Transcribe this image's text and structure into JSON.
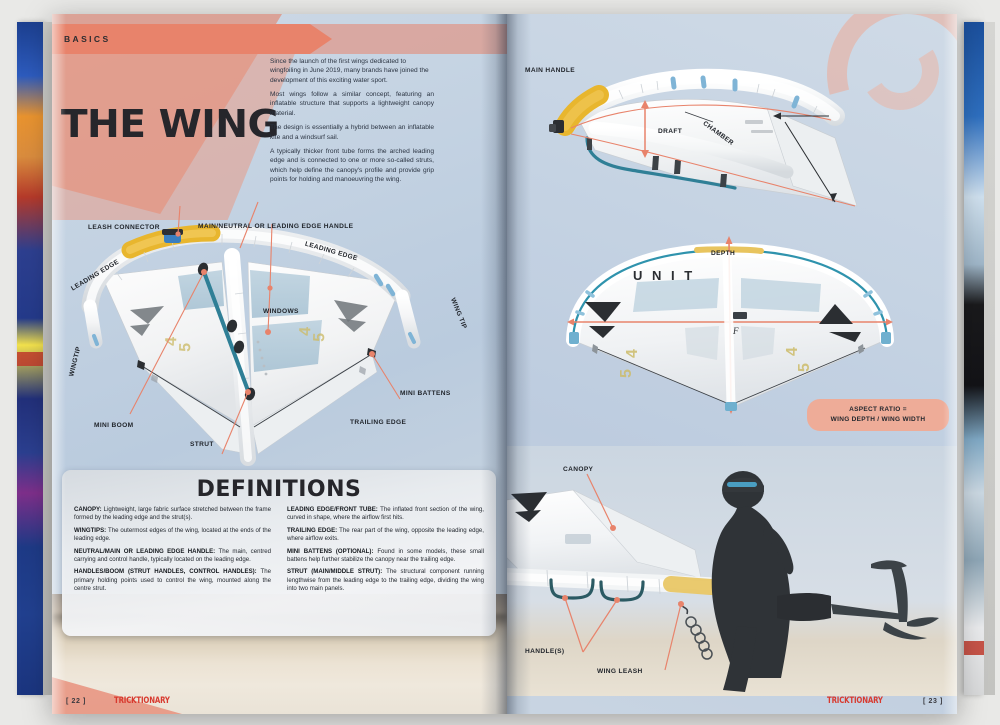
{
  "left_page": {
    "section_tab": "BASICS",
    "title": "THE WING",
    "intro_paragraphs": [
      "Since the launch of the first wings dedicated to wingfoiling in June 2019, many brands have joined the development of this exciting water sport.",
      "Most wings follow a similar concept, featuring an inflatable structure that supports a lightweight canopy material.",
      "The design is essentially a hybrid between an inflatable kite and a windsurf sail.",
      "A typically thicker front tube forms the arched leading edge and is connected to one or more so-called struts, which help define the canopy's profile and provide grip points for holding and manoeuvring the wing."
    ],
    "diagram_labels": {
      "leash_connector": "LEASH CONNECTOR",
      "main_handle": "MAIN/NEUTRAL OR LEADING EDGE HANDLE",
      "leading_edge_left": "LEADING EDGE",
      "leading_edge_right": "LEADING EDGE",
      "windows": "WINDOWS",
      "wing_tip": "WING TIP",
      "wingtip": "WINGTIP",
      "mini_battens": "MINI BATTENS",
      "trailing_edge": "TRAILING EDGE",
      "mini_boom": "MINI BOOM",
      "strut": "STRUT"
    },
    "definitions": {
      "title": "DEFINITIONS",
      "column_left": [
        {
          "term": "CANOPY:",
          "text": " Lightweight, large fabric surface stretched between the frame formed by the leading edge and the strut(s)."
        },
        {
          "term": "WINGTIPS:",
          "text": " The outermost edges of the wing, located at the ends of the leading edge."
        },
        {
          "term": "NEUTRAL/MAIN OR LEADING EDGE HANDLE:",
          "text": " The main, centred carrying and control handle, typically located on the leading edge."
        },
        {
          "term": "HANDLES/BOOM (STRUT HANDLES, CONTROL HANDLES):",
          "text": " The primary holding points used to control the wing, mounted along the centre strut."
        }
      ],
      "column_right": [
        {
          "term": "LEADING EDGE/FRONT TUBE:",
          "text": " The inflated front section of the wing, curved in shape, where the airflow first hits."
        },
        {
          "term": "TRAILING EDGE:",
          "text": " The rear part of the wing, opposite the leading edge, where airflow exits."
        },
        {
          "term": "MINI BATTENS (OPTIONAL):",
          "text": " Found in some models, these small battens help further stabilize the canopy near the trailing edge."
        },
        {
          "term": "STRUT (MAIN/MIDDLE STRUT):",
          "text": " The structural component running lengthwise from the leading edge to the trailing edge, dividing the wing into two main panels."
        }
      ]
    },
    "footer": {
      "page_number": "[ 22 ]",
      "brand": "TRICKTIONARY"
    }
  },
  "right_page": {
    "diagram_labels": {
      "main_handle": "MAIN HANDLE",
      "draft": "DRAFT",
      "chamber": "CHAMBER",
      "depth": "DEPTH",
      "brand_on_wing": "U N I T",
      "canopy": "CANOPY",
      "handles": "HANDLE(S)",
      "wing_leash": "WING LEASH"
    },
    "aspect_badge": {
      "line1": "ASPECT RATIO =",
      "line2": "WING DEPTH / WING WIDTH"
    },
    "footer": {
      "page_number": "[ 23 ]",
      "brand": "TRICKTIONARY"
    }
  },
  "colors": {
    "salmon": "#e8836b",
    "salmon_light": "#eeac98",
    "brand_red": "#d8392e",
    "page_blue": "#c3d2e2",
    "ink": "#26262b",
    "wing_teal": "#2f7f96",
    "wing_yellow": "#e8b62e",
    "leader_line": "#e8836b"
  }
}
